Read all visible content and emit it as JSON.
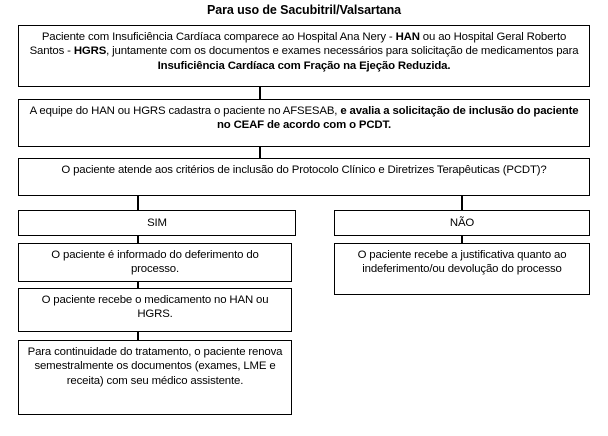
{
  "title": "Para uso de Sacubitril/Valsartana",
  "flowchart": {
    "nodes": [
      {
        "id": "n1",
        "name": "step-patient-arrival",
        "text_runs": [
          {
            "text": "Paciente com Insuficiência Cardíaca comparece ao Hospital Ana Nery - ",
            "bold": false
          },
          {
            "text": "HAN",
            "bold": true
          },
          {
            "text": " ou ao Hospital Geral Roberto Santos - ",
            "bold": false
          },
          {
            "text": "HGRS",
            "bold": true
          },
          {
            "text": ", juntamente com os documentos e exames necessários para solicitação de medicamentos para ",
            "bold": false
          },
          {
            "text": "Insuficiência Cardíaca com Fração na Ejeção Reduzida.",
            "bold": true
          }
        ],
        "plain": "Paciente com Insuficiência Cardíaca comparece ao Hospital Ana Nery - HAN ou ao Hospital Geral Roberto Santos - HGRS, juntamente com os documentos e exames necessários para solicitação de medicamentos para Insuficiência Cardíaca com Fração na Ejeção Reduzida."
      },
      {
        "id": "n2",
        "name": "step-registration-afsesab",
        "text_runs": [
          {
            "text": "A equipe do HAN ou HGRS cadastra o paciente no AFSESAB, ",
            "bold": false
          },
          {
            "text": "e avalia a solicitação de inclusão do paciente no CEAF de acordo com o PCDT.",
            "bold": true
          }
        ],
        "plain": "A equipe do HAN ou HGRS cadastra o paciente no AFSESAB, e avalia a solicitação de inclusão do paciente no CEAF de acordo com o PCDT."
      },
      {
        "id": "n3",
        "name": "decision-pcdt-criteria",
        "text_runs": [
          {
            "text": "O paciente atende aos critérios de inclusão do Protocolo Clínico e Diretrizes Terapêuticas (PCDT)?",
            "bold": false
          }
        ],
        "plain": "O paciente atende aos critérios de inclusão do Protocolo Clínico e Diretrizes Terapêuticas (PCDT)?"
      },
      {
        "id": "n-sim",
        "name": "branch-label-yes",
        "text_runs": [
          {
            "text": "SIM",
            "bold": false
          }
        ],
        "plain": "SIM"
      },
      {
        "id": "n-nao",
        "name": "branch-label-no",
        "text_runs": [
          {
            "text": "NÃO",
            "bold": false
          }
        ],
        "plain": "NÃO"
      },
      {
        "id": "n-l1",
        "name": "step-approval-notice",
        "text_runs": [
          {
            "text": "O paciente é informado do deferimento do processo.",
            "bold": false
          }
        ],
        "plain": "O paciente é informado do deferimento do processo."
      },
      {
        "id": "n-l2",
        "name": "step-receive-medication",
        "text_runs": [
          {
            "text": "O paciente recebe o medicamento no HAN ou HGRS.",
            "bold": false
          }
        ],
        "plain": "O paciente recebe o medicamento no HAN ou HGRS."
      },
      {
        "id": "n-l3",
        "name": "step-semiannual-renewal",
        "text_runs": [
          {
            "text": "Para continuidade do tratamento, o paciente renova semestralmente os documentos (exames, LME e receita) com seu médico assistente.",
            "bold": false
          }
        ],
        "plain": "Para continuidade do tratamento, o paciente renova semestralmente os documentos (exames, LME e receita) com seu médico assistente."
      },
      {
        "id": "n-r1",
        "name": "step-denial-justification",
        "text_runs": [
          {
            "text": "O paciente recebe a justificativa quanto ao indeferimento/ou devolução do processo",
            "bold": false
          }
        ],
        "plain": "O paciente recebe a justificativa quanto ao indeferimento/ou devolução do processo"
      }
    ],
    "connectors": [
      {
        "id": "c1",
        "name": "connector-n1-n2"
      },
      {
        "id": "c2",
        "name": "connector-n2-n3"
      },
      {
        "id": "c3",
        "name": "connector-n3-sim"
      },
      {
        "id": "c4",
        "name": "connector-n3-nao"
      },
      {
        "id": "c5",
        "name": "connector-sim-l1"
      },
      {
        "id": "c6",
        "name": "connector-nao-r1"
      },
      {
        "id": "c7",
        "name": "connector-l1-l2"
      },
      {
        "id": "c8",
        "name": "connector-l2-l3"
      }
    ]
  },
  "colors": {
    "background": "#ffffff",
    "border": "#000000",
    "text": "#000000"
  }
}
